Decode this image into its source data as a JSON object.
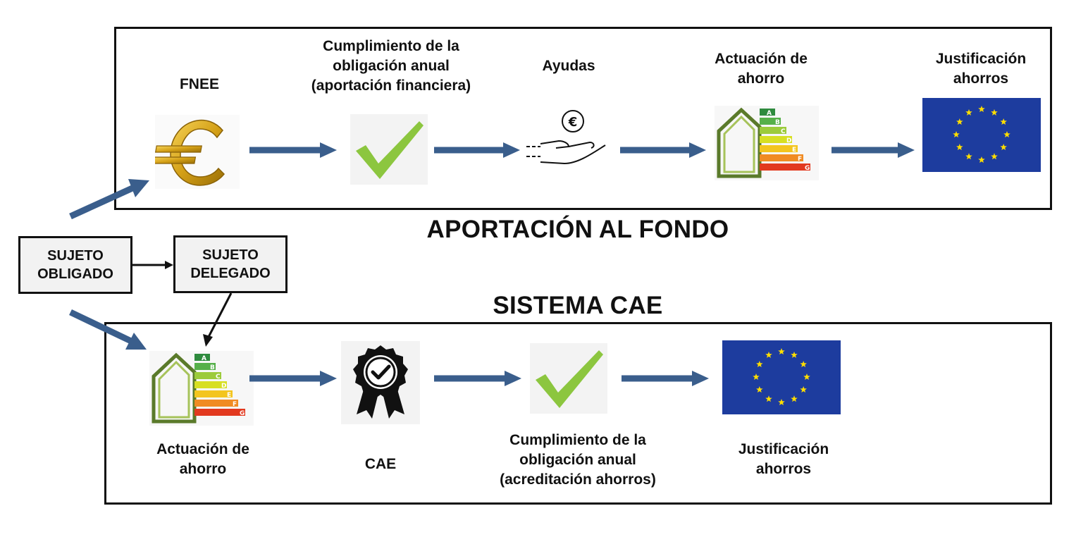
{
  "top_section": {
    "title": "APORTACIÓN AL FONDO",
    "steps": [
      {
        "label": "FNEE",
        "icon": "euro-icon"
      },
      {
        "label": "Cumplimiento de la\nobligación anual\n(aportación financiera)",
        "icon": "checkmark-icon"
      },
      {
        "label": "Ayudas",
        "icon": "hand-euro-icon"
      },
      {
        "label": "Actuación de\nahorro",
        "icon": "energy-label-house-icon"
      },
      {
        "label": "Justificación\nahorros",
        "icon": "eu-flag-icon"
      }
    ]
  },
  "bottom_section": {
    "title": "SISTEMA CAE",
    "steps": [
      {
        "label": "Actuación de\nahorro",
        "icon": "energy-label-house-icon"
      },
      {
        "label": "CAE",
        "icon": "certificate-badge-icon"
      },
      {
        "label": "Cumplimiento de la\nobligación anual\n(acreditación ahorros)",
        "icon": "checkmark-icon"
      },
      {
        "label": "Justificación\nahorros",
        "icon": "eu-flag-icon"
      }
    ]
  },
  "actors": {
    "obligado": "SUJETO\nOBLIGADO",
    "delegado": "SUJETO\nDELEGADO"
  },
  "energy_grades": [
    "A",
    "B",
    "C",
    "D",
    "E",
    "F",
    "G"
  ],
  "colors": {
    "flow_arrow": "#3a5e8c",
    "eu_blue": "#1d3c9e",
    "eu_star": "#ffdd00",
    "check_green": "#8cc63f",
    "euro_gold": "#d4a017"
  }
}
